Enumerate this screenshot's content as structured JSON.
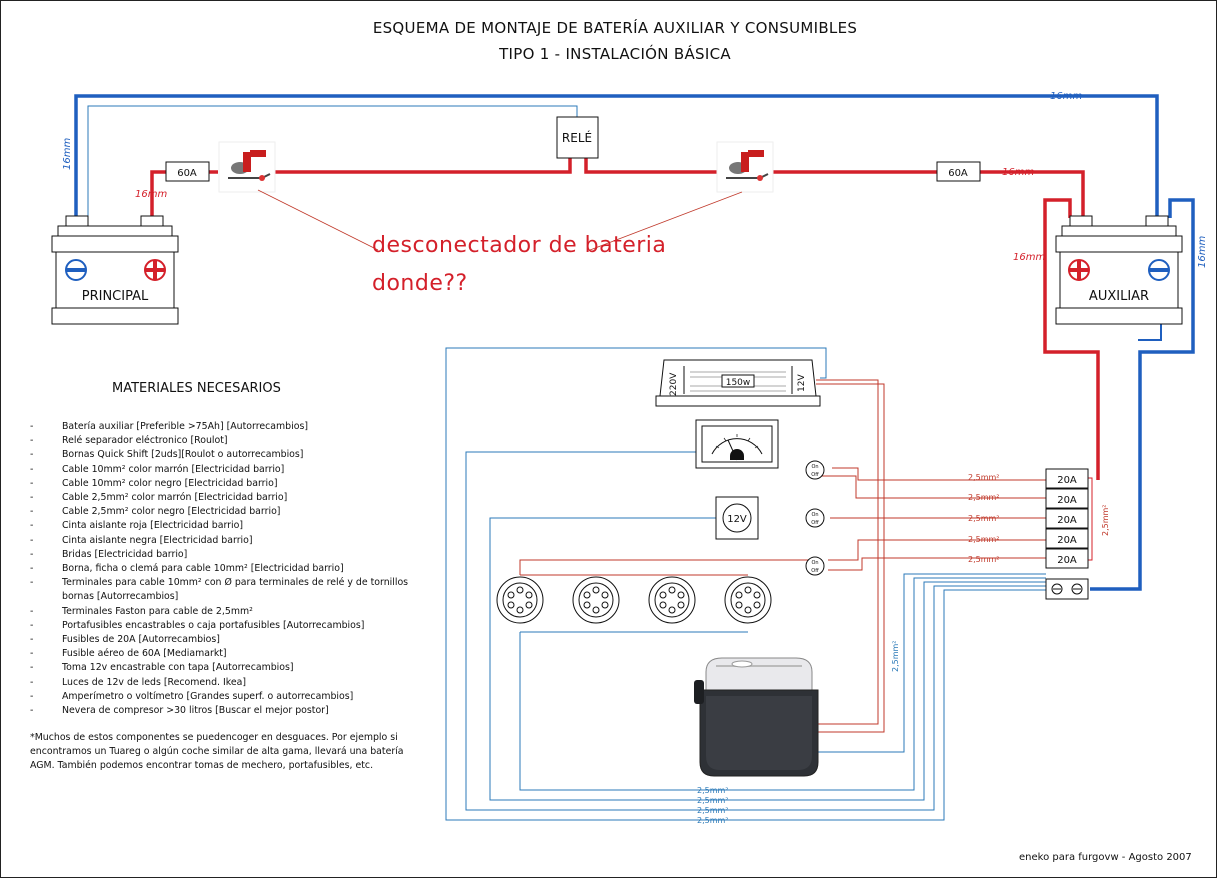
{
  "title_line1": "ESQUEMA DE MONTAJE DE BATERÍA AUXILIAR Y CONSUMIBLES",
  "title_line2": "TIPO 1 - INSTALACIÓN BÁSICA",
  "relay_label": "RELÉ",
  "fuse_60a": "60A",
  "fuse_20a": "20A",
  "battery_principal": "PRINCIPAL",
  "battery_auxiliar": "AUXILIAR",
  "cable_16": "16mm",
  "cable_25": "2,5mm²",
  "cable_25_vertical": "2,5mm²",
  "inverter_left": "220V",
  "inverter_center": "150w",
  "inverter_right": "12V",
  "socket_label": "12V",
  "switch_on": "On",
  "switch_off": "Off",
  "annotation_line1": "desconectador de bateria",
  "annotation_line2": "donde??",
  "materials_title": "MATERIALES NECESARIOS",
  "materials_dash": "-",
  "materials": [
    "Batería auxiliar [Preferible >75Ah] [Autorrecambios]",
    "Relé separador eléctronico [Roulot]",
    "Bornas Quick Shift [2uds][Roulot o autorrecambios]",
    "Cable 10mm² color marrón [Electricidad barrio]",
    "Cable 10mm² color negro [Electricidad barrio]",
    "Cable 2,5mm² color marrón [Electricidad barrio]",
    "Cable 2,5mm² color negro [Electricidad barrio]",
    "Cinta aislante roja [Electricidad barrio]",
    "Cinta aislante negra [Electricidad barrio]",
    "Bridas [Electricidad barrio]",
    "Borna, ficha o clemá para cable 10mm² [Electricidad barrio]",
    "Terminales para cable 10mm² con Ø para terminales de relé y de tornillos bornas [Autorrecambios]",
    "Terminales Faston para cable de 2,5mm²",
    "Portafusibles encastrables o caja portafusibles [Autorrecambios]",
    "Fusibles de 20A [Autorrecambios]",
    "Fusible aéreo de 60A [Mediamarkt]",
    "Toma 12v encastrable con tapa [Autorrecambios]",
    "Luces de 12v de leds [Recomend. Ikea]",
    "Amperímetro o voltímetro [Grandes superf. o autorrecambios]",
    "Nevera de compresor >30 litros [Buscar el mejor postor]"
  ],
  "note": "*Muchos de estos componentes se puedencoger en desguaces. Por ejemplo si encontramos un Tuareg o algún coche similar de alta gama, llevará una batería AGM. También podemos encontrar tomas de mechero, portafusibles, etc.",
  "credit": "eneko para furgovw - Agosto 2007",
  "colors": {
    "positive": "#d4202a",
    "negative": "#1f5fbf",
    "thin_red": "#c0392b",
    "thin_blue": "#2b7ab8"
  }
}
